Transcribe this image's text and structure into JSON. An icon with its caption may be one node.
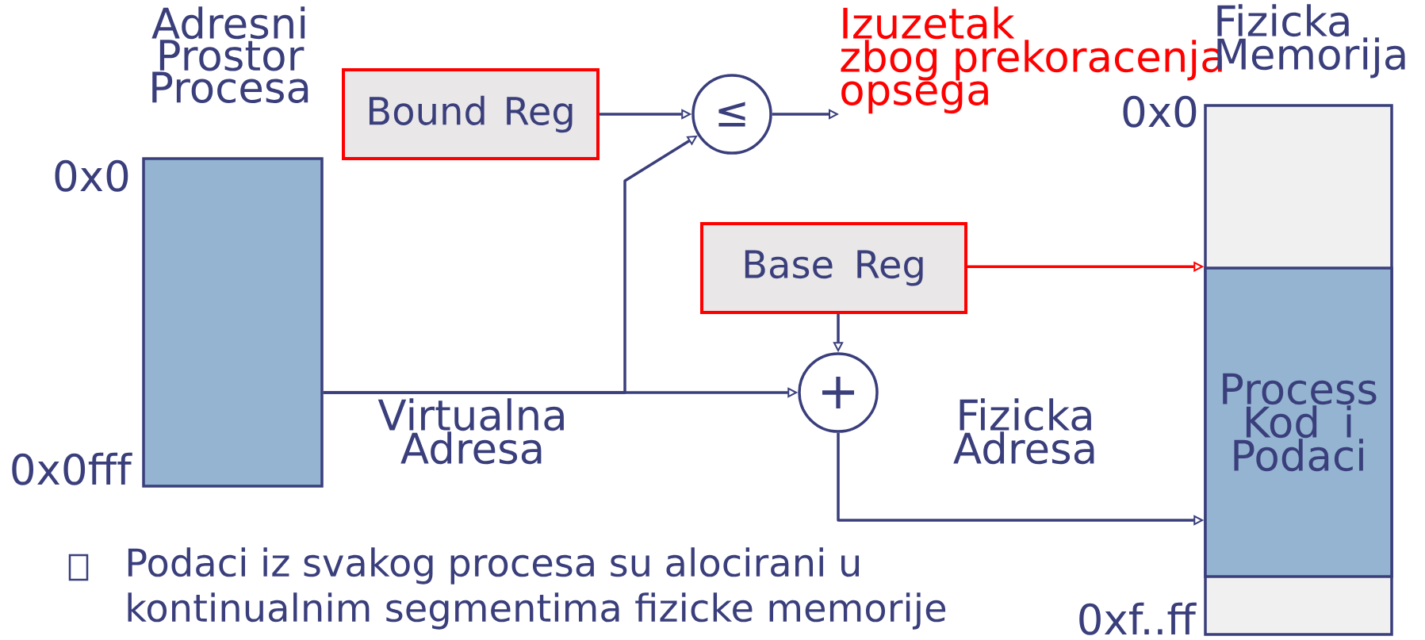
{
  "diagram": {
    "nodes": [
      {
        "text": [
          "Adresni Prostor Procesa"
        ],
        "beside": [
          "0x0",
          "0x0fff"
        ]
      },
      {
        "text": [
          "Bound Reg"
        ]
      },
      {
        "text": [
          "≤"
        ]
      },
      {
        "text": [
          "Izuzetak zbog prekoracenja opsega"
        ]
      },
      {
        "text": [
          "Base Reg"
        ]
      },
      {
        "text": [
          "+"
        ]
      },
      {
        "text": [
          "Fizicka Memorija"
        ],
        "beside": [
          "0x0",
          "0xf..ff"
        ]
      },
      {
        "text": [
          "Process Kod i Podaci"
        ],
        "in": 6
      }
    ],
    "edges": [
      {
        "from": 1,
        "to": 2,
        "arrow": "to"
      },
      {
        "from": 2,
        "to": 3,
        "arrow": "to"
      },
      {
        "from": 0,
        "to": 2,
        "arrow": "to"
      },
      {
        "from": 0,
        "to": 5,
        "arrow": "to",
        "label": "Virtualna Adresa"
      },
      {
        "from": 4,
        "to": 5,
        "arrow": "to"
      },
      {
        "from": 4,
        "to": 7,
        "arrow": "to",
        "color": "#ff0000"
      },
      {
        "from": 5,
        "to": 7,
        "arrow": "to",
        "label": "Fizicka Adresa"
      }
    ],
    "labels": [
      "Podaci iz svakog procesa su alocirani u kontinualnim segmentima fizicke memorije"
    ]
  }
}
